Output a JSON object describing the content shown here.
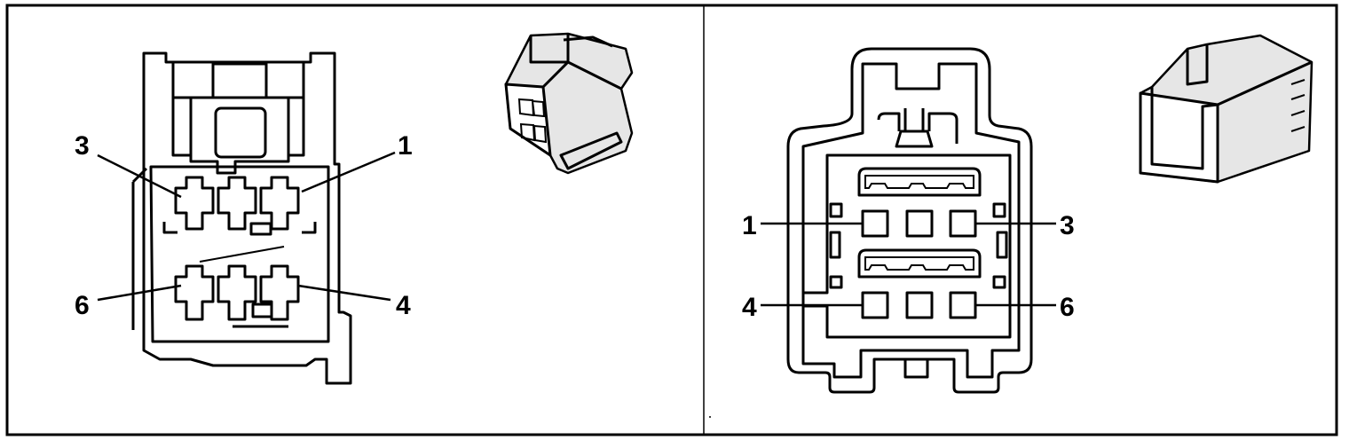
{
  "panels": [
    {
      "pin_labels": {
        "top_left": "3",
        "top_right": "1",
        "bottom_left": "6",
        "bottom_right": "4"
      }
    },
    {
      "pin_labels": {
        "top_left": "1",
        "top_right": "3",
        "bottom_left": "4",
        "bottom_right": "6"
      }
    }
  ],
  "colors": {
    "line": "#000000",
    "background": "#ffffff",
    "shade": "#e6e6e6"
  }
}
